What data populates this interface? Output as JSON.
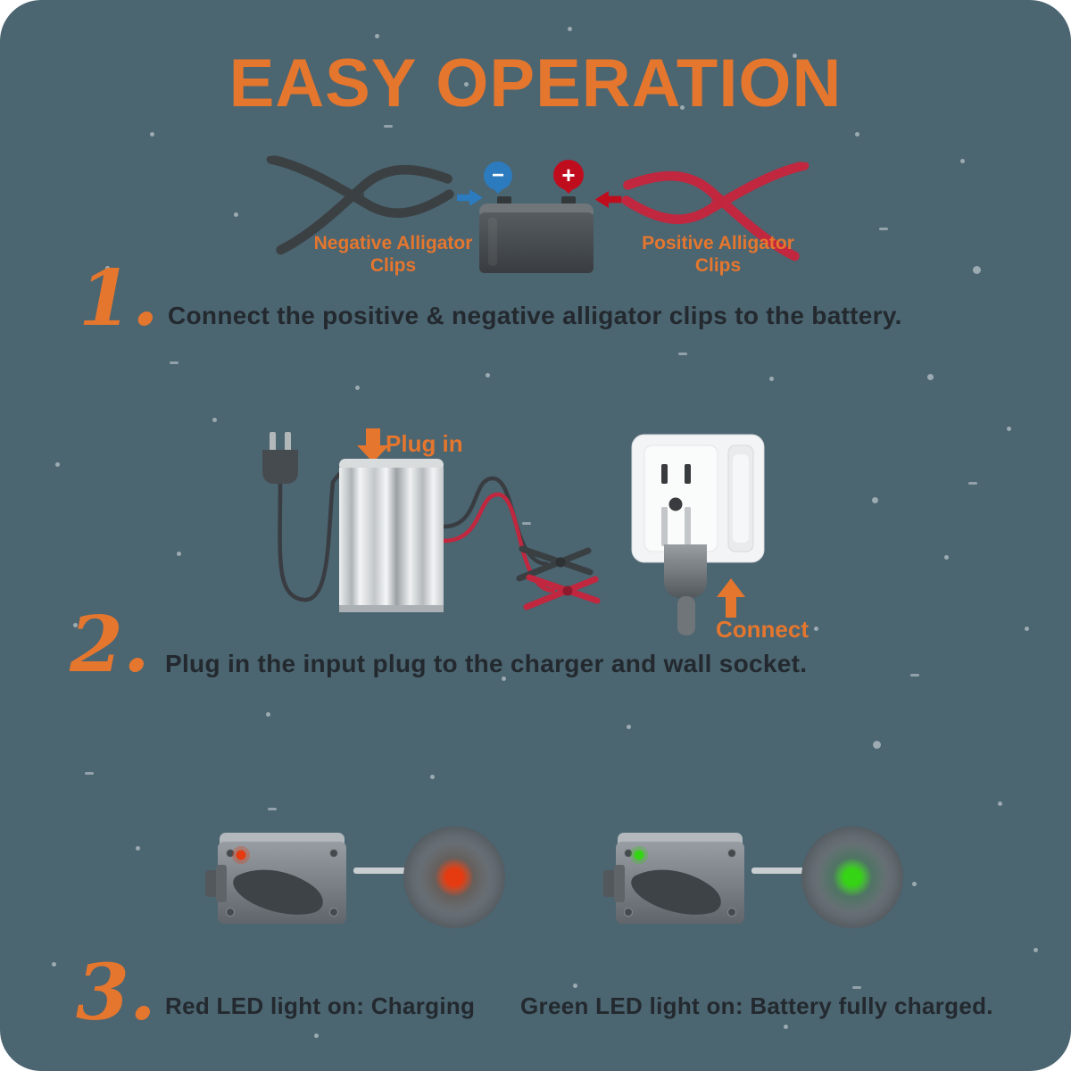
{
  "title": "EASY OPERATION",
  "step1": {
    "number": "1.",
    "text": "Connect the positive & negative alligator clips to the battery.",
    "negative_label": "Negative Alligator Clips",
    "positive_label": "Positive Alligator Clips",
    "minus_symbol": "−",
    "plus_symbol": "+"
  },
  "step2": {
    "number": "2.",
    "text": "Plug in the input plug to the charger and wall socket.",
    "plug_in_label": "Plug in",
    "connect_label": "Connect"
  },
  "step3": {
    "number": "3.",
    "red_text": "Red LED light on: Charging",
    "green_text": "Green LED light on: Battery fully charged."
  },
  "colors": {
    "background": "#4b6571",
    "accent_orange": "#e5762e",
    "text_dark": "#23292e",
    "negative_blue": "#2c7bbf",
    "positive_red": "#c00d1e",
    "clip_black": "#3b4043",
    "clip_red": "#c1273e",
    "led_red": "#e63a10",
    "led_green": "#35d414"
  },
  "icons": {
    "negative_clip": "black-alligator-clip-icon",
    "positive_clip": "red-alligator-clip-icon",
    "battery": "car-battery-icon",
    "minus_terminal": "minus-circle-icon",
    "plus_terminal": "plus-circle-icon",
    "power_plug": "two-prong-plug-icon",
    "charger": "battery-charger-icon",
    "wall_socket": "wall-outlet-icon",
    "down_arrow": "orange-down-arrow-icon",
    "up_arrow": "orange-up-arrow-icon",
    "red_led_device": "charger-with-red-led-icon",
    "green_led_device": "charger-with-green-led-icon"
  }
}
